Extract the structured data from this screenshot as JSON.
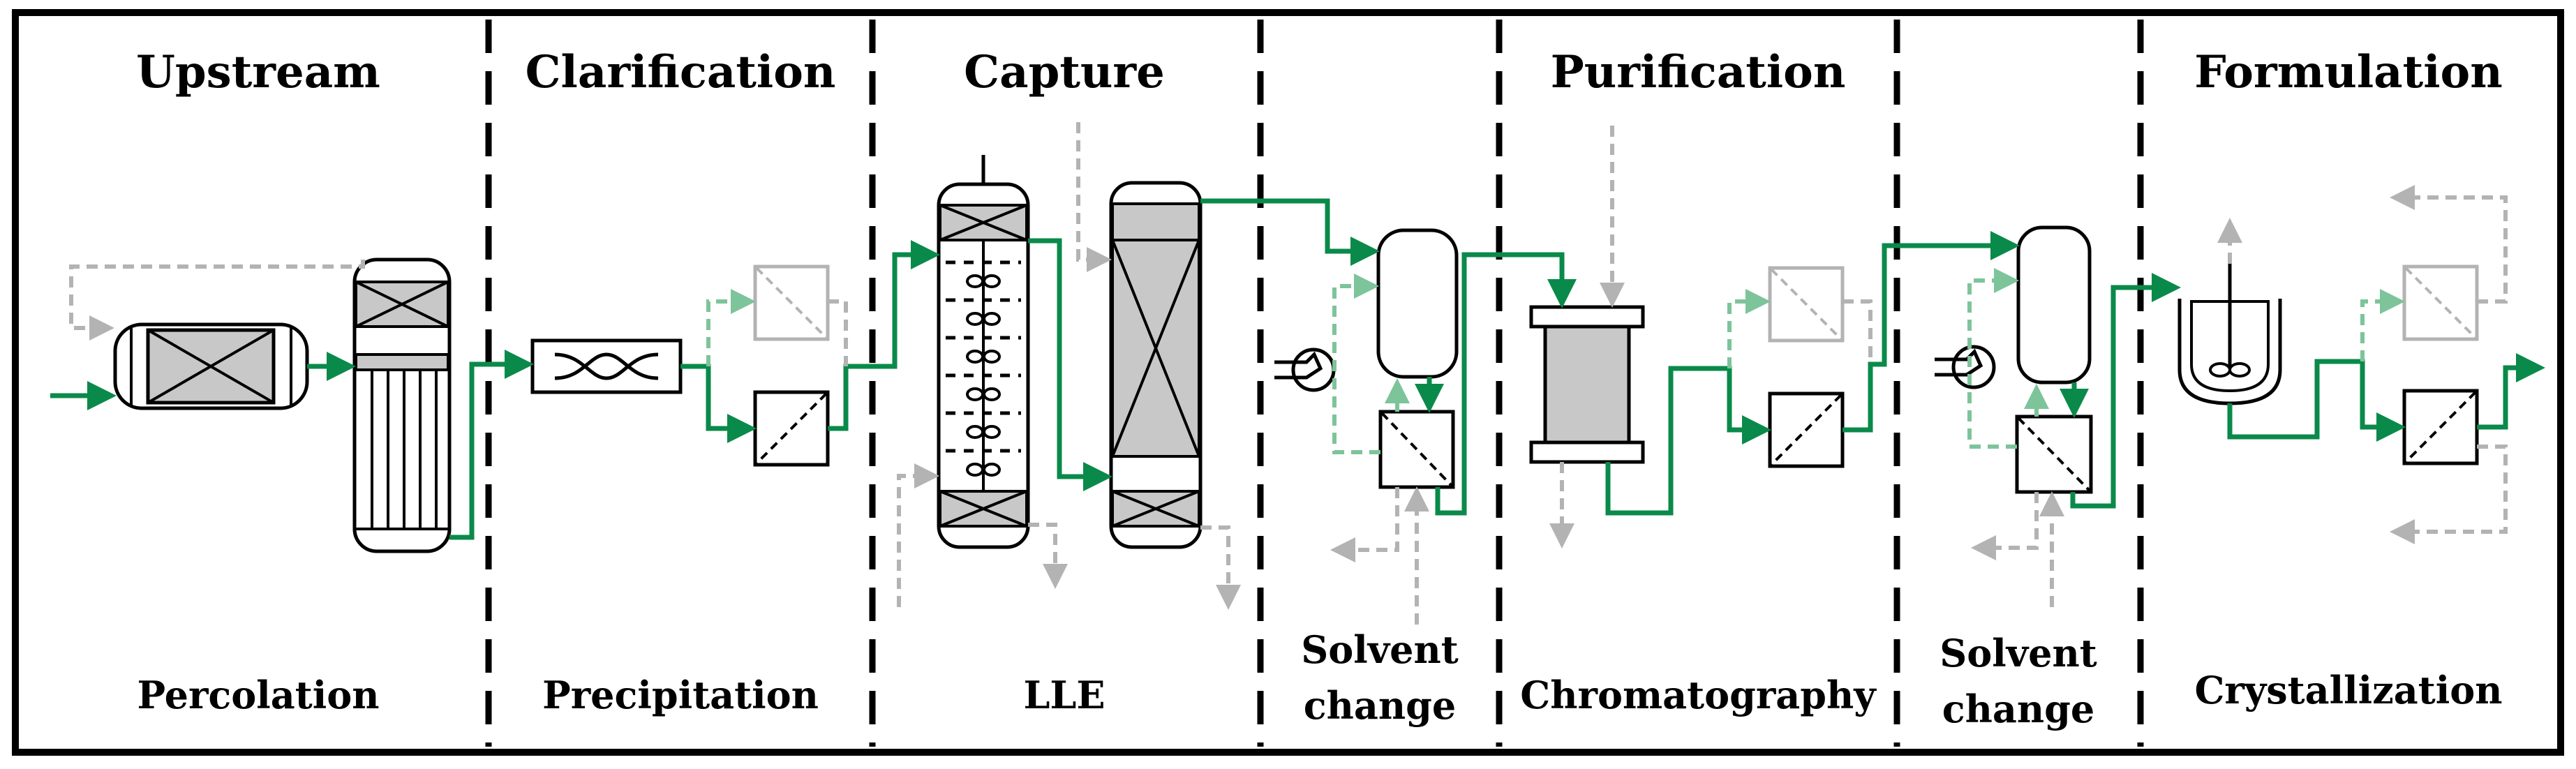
{
  "colors": {
    "main_stream": "#0a8a4a",
    "recycle_stream": "#7dc49a",
    "auxiliary_stream": "#b3b3b3",
    "equipment_fill": "#c8c8c8",
    "border": "#000000"
  },
  "sections": [
    {
      "title": "Upstream",
      "label": "Percolation"
    },
    {
      "title": "Clarification",
      "label": "Precipitation"
    },
    {
      "title": "Capture",
      "label": "LLE"
    },
    {
      "title": "",
      "label_line1": "Solvent",
      "label_line2": "change"
    },
    {
      "title": "Purification",
      "label": "Chromatography"
    },
    {
      "title": "",
      "label_line1": "Solvent",
      "label_line2": "change"
    },
    {
      "title": "Formulation",
      "label": "Crystallization"
    }
  ]
}
